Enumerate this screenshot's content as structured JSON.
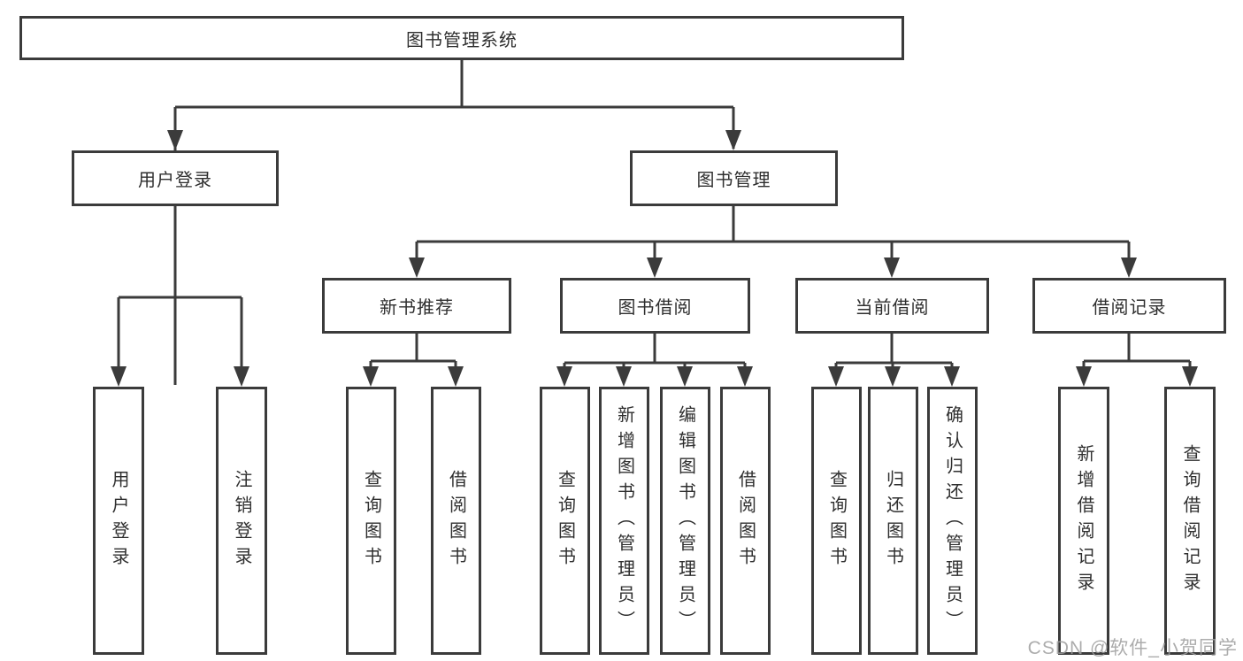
{
  "diagram": {
    "watermark": "CSDN @软件_小贺同学",
    "colors": {
      "line": "#3b3b3b",
      "text": "#2f2f2f",
      "background": "#ffffff",
      "watermark": "#9e9e9e"
    },
    "nodes": {
      "root": {
        "label": "图书管理系统"
      },
      "l2": [
        {
          "label": "用户登录"
        },
        {
          "label": "图书管理"
        }
      ],
      "l3": [
        {
          "label": "新书推荐"
        },
        {
          "label": "图书借阅"
        },
        {
          "label": "当前借阅"
        },
        {
          "label": "借阅记录"
        }
      ],
      "l4_user": [
        {
          "label": "用户登录"
        },
        {
          "label": "注销登录"
        }
      ],
      "l4_recommend": [
        {
          "label": "查询图书"
        },
        {
          "label": "借阅图书"
        }
      ],
      "l4_borrow": [
        {
          "label": "查询图书"
        },
        {
          "label": "新增图书（管理员）"
        },
        {
          "label": "编辑图书（管理员）"
        },
        {
          "label": "借阅图书"
        }
      ],
      "l4_current": [
        {
          "label": "查询图书"
        },
        {
          "label": "归还图书"
        },
        {
          "label": "确认归还（管理员）"
        }
      ],
      "l4_records": [
        {
          "label": "新增借阅记录"
        },
        {
          "label": "查询借阅记录"
        }
      ]
    }
  }
}
